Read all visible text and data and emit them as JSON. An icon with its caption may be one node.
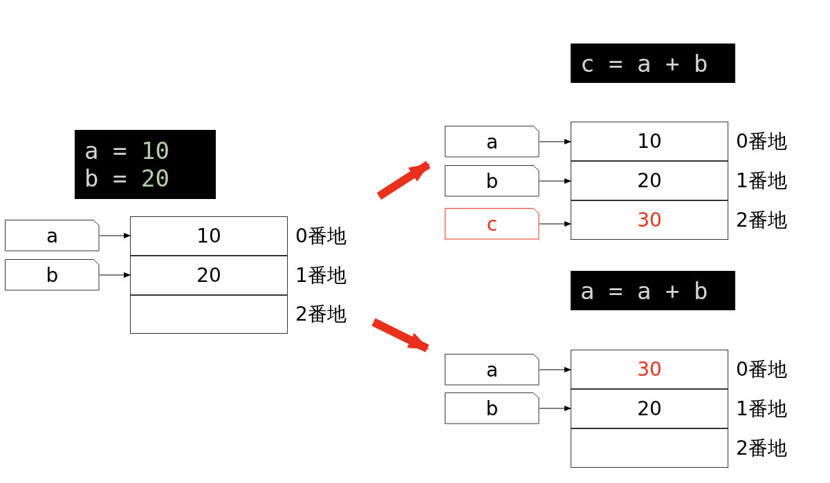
{
  "diagram": {
    "nodes": [
      {
        "text": [
          "a = 10",
          "b = 20"
        ]
      },
      {
        "text": [
          "a"
        ]
      },
      {
        "text": [
          "b"
        ]
      },
      {
        "text": [
          "10"
        ],
        "beside": [
          "0番地"
        ]
      },
      {
        "text": [
          "20"
        ],
        "beside": [
          "1番地"
        ]
      },
      {
        "text": [],
        "shape": "box",
        "beside": [
          "2番地"
        ]
      },
      {
        "text": [
          "c = a + b"
        ]
      },
      {
        "text": [
          "a"
        ]
      },
      {
        "text": [
          "b"
        ]
      },
      {
        "text": [
          "c"
        ]
      },
      {
        "text": [
          "10"
        ],
        "beside": [
          "0番地"
        ]
      },
      {
        "text": [
          "20"
        ],
        "beside": [
          "1番地"
        ]
      },
      {
        "text": [
          "30"
        ],
        "beside": [
          "2番地"
        ]
      },
      {
        "text": [
          "a = a + b"
        ]
      },
      {
        "text": [
          "a"
        ]
      },
      {
        "text": [
          "b"
        ]
      },
      {
        "text": [
          "30"
        ],
        "beside": [
          "0番地"
        ]
      },
      {
        "text": [
          "20"
        ],
        "beside": [
          "1番地"
        ]
      },
      {
        "text": [],
        "shape": "box",
        "beside": [
          "2番地"
        ]
      }
    ],
    "edges": [
      {
        "from": 1,
        "to": 3,
        "arrow": "to"
      },
      {
        "from": 2,
        "to": 4,
        "arrow": "to"
      },
      {
        "from": null,
        "to": 7,
        "arrow": "to",
        "style": "thick",
        "color": "#e8301c"
      },
      {
        "from": null,
        "to": 14,
        "arrow": "to",
        "style": "thick",
        "color": "#e8301c"
      },
      {
        "from": 7,
        "to": 10,
        "arrow": "to"
      },
      {
        "from": 8,
        "to": 11,
        "arrow": "to"
      },
      {
        "from": 9,
        "to": 12,
        "arrow": "to"
      },
      {
        "from": 14,
        "to": 16,
        "arrow": "to"
      },
      {
        "from": 15,
        "to": 17,
        "arrow": "to"
      }
    ]
  }
}
